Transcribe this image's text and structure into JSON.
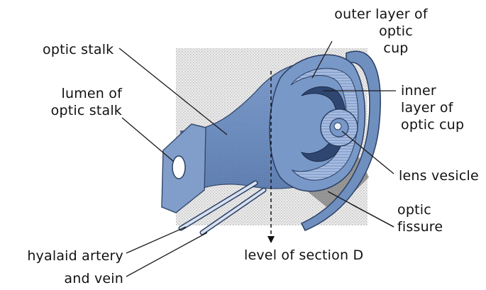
{
  "labels": {
    "outer_layer": [
      "outer layer of",
      "optic",
      "cup"
    ],
    "optic_stalk": "optic stalk",
    "lumen": [
      "lumen of",
      "optic stalk"
    ],
    "inner_layer": [
      "inner",
      "layer of",
      "optic cup"
    ],
    "lens_vesicle": "lens vesicle",
    "optic_fissure": [
      "optic",
      "fissure"
    ],
    "hyaloid": [
      "hyalaid artery",
      "and vein"
    ],
    "level_section": "level of section D"
  },
  "colors": {
    "tissue_blue": "#6f8fbf",
    "tissue_light": "#9db4d8",
    "tissue_dark": "#3f5c8c",
    "background_stipple": "#d6d6d6",
    "line": "#1a1a1a"
  }
}
